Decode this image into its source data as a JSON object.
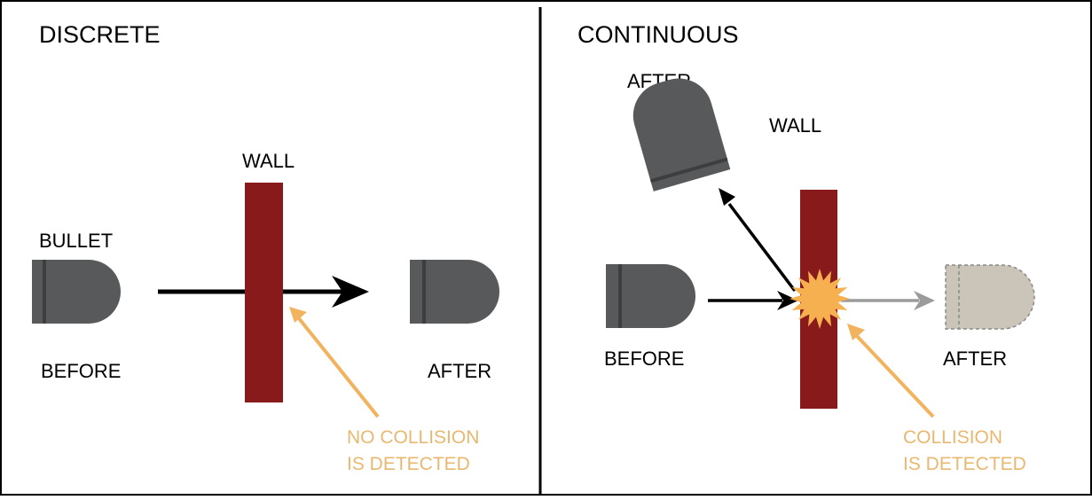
{
  "colors": {
    "bullet": "#58595b",
    "bullet_band": "#3d3e40",
    "ghost_bullet": "#cbc4b8",
    "wall": "#881a1c",
    "note_arrow": "#f2b35f",
    "note_text": "#e9b870",
    "impact": "#f6b050",
    "ghost_arrow": "#9b9b9b",
    "ink": "#000000"
  },
  "discrete": {
    "title": "DISCRETE",
    "wall_label": "WALL",
    "bullet_label": "BULLET",
    "before_label": "BEFORE",
    "after_label": "AFTER",
    "note_line1": "NO COLLISION",
    "note_line2": "IS DETECTED"
  },
  "continuous": {
    "title": "CONTINUOUS",
    "after_top_label": "AFTER",
    "wall_label": "WALL",
    "before_label": "BEFORE",
    "after_right_label": "AFTER",
    "note_line1": "COLLISION",
    "note_line2": "IS DETECTED"
  }
}
